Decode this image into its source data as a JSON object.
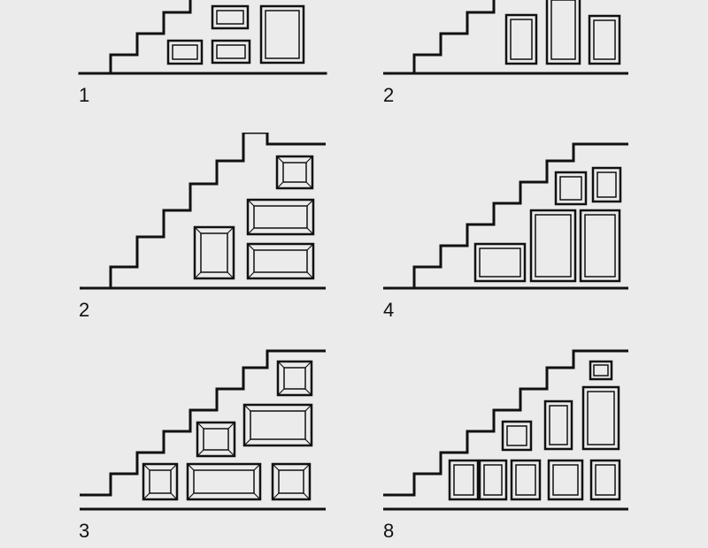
{
  "colors": {
    "background": "#ebebeb",
    "ink": "#111111"
  },
  "panels": [
    {
      "number": "1"
    },
    {
      "number": "2"
    },
    {
      "number": "2"
    },
    {
      "number": "4"
    },
    {
      "number": "3"
    },
    {
      "number": "8"
    }
  ]
}
